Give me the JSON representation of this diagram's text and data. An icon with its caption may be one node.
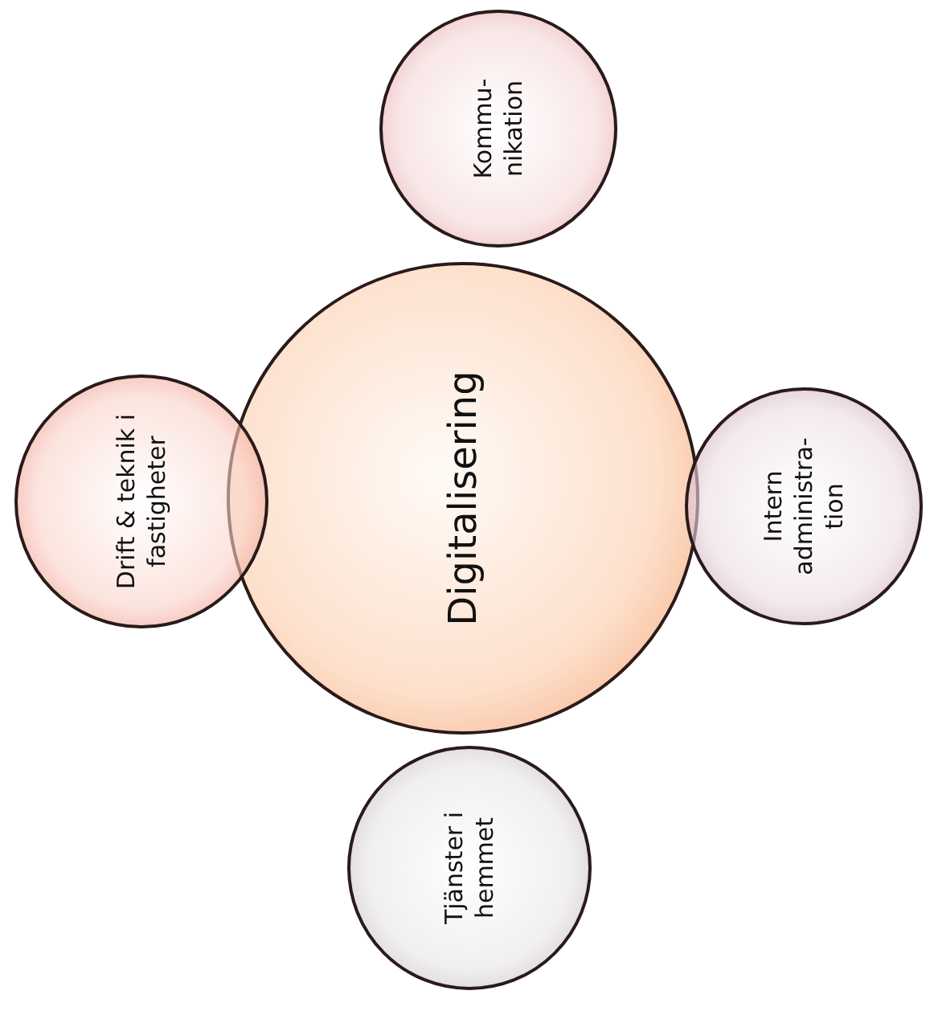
{
  "diagram": {
    "nodes": [
      {
        "text": [
          "Digitalisering"
        ]
      },
      {
        "text": [
          "Kommu- nikation"
        ]
      },
      {
        "text": [
          "Drift & teknik i fastigheter"
        ]
      },
      {
        "text": [
          "Intern administra- tion"
        ]
      },
      {
        "text": [
          "Tjänster i hemmet"
        ]
      }
    ]
  }
}
